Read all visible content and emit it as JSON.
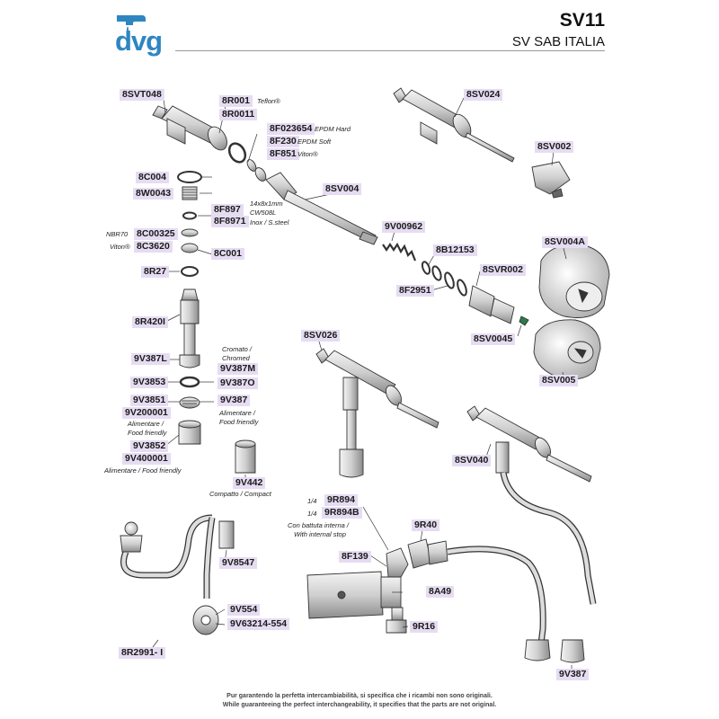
{
  "header": {
    "logo": "dvg",
    "logo_icon": "faucet-drop-icon",
    "title": "SV11",
    "subtitle": "SV SAB ITALIA",
    "brand_color": "#2e86c1"
  },
  "labels": {
    "8SVT048": "8SVT048",
    "8R001": "8R001",
    "8R0011": "8R0011",
    "8F023654": "8F023654",
    "8F230": "8F230",
    "8F851": "8F851",
    "8C004": "8C004",
    "8W0043": "8W0043",
    "8F897": "8F897",
    "8F8971": "8F8971",
    "8C00325": "8C00325",
    "8C3620": "8C3620",
    "8C001": "8C001",
    "8R27": "8R27",
    "8R420I": "8R420I",
    "9V387L": "9V387L",
    "9V387M": "9V387M",
    "9V3853": "9V3853",
    "9V387O": "9V387O",
    "9V3851": "9V3851",
    "9V387": "9V387",
    "9V200001": "9V200001",
    "9V3852": "9V3852",
    "9V400001": "9V400001",
    "9V442": "9V442",
    "8SV024": "8SV024",
    "8SV002": "8SV002",
    "8SV004": "8SV004",
    "9V00962": "9V00962",
    "8B12153": "8B12153",
    "8SVR002": "8SVR002",
    "8F2951": "8F2951",
    "8SV004A": "8SV004A",
    "8SV0045": "8SV0045",
    "8SV026": "8SV026",
    "8SV005": "8SV005",
    "8SV040": "8SV040",
    "9R894": "9R894",
    "9R894B": "9R894B",
    "9R40": "9R40",
    "8F139": "8F139",
    "8A49": "8A49",
    "9R16": "9R16",
    "9V8547": "9V8547",
    "9V554": "9V554",
    "9V63214": "9V63214-554",
    "8R2991": "8R2991- I",
    "9V387b": "9V387"
  },
  "notes": {
    "teflon": "Teflon®",
    "epdm_hard": "EPDM Hard",
    "epdm_soft": "EPDM Soft",
    "viton1": "Viton®",
    "dims": "14x8x1mm",
    "cw508l": "CW508L",
    "inox": "Inox / S.steel",
    "nbr70": "NBR70",
    "viton2": "Viton®",
    "cromato": "Cromato /",
    "chromed": "Chromed",
    "alim1": "Alimentare /",
    "food1": "Food friendly",
    "alim2": "Alimentare /",
    "food2": "Food friendly",
    "alim3": "Alimentare / Food friendly",
    "compatto": "Compatto / Compact",
    "q1": "1/4",
    "q2": "1/4",
    "battuta1": "Con battuta interna /",
    "battuta2": "With internal stop"
  },
  "footer": {
    "line1": "Pur garantendo la perfetta intercambiabilità, si specifica che i ricambi non sono originali.",
    "line2": "While guaranteeing the perfect interchangeability, it specifies that the parts are not original."
  }
}
